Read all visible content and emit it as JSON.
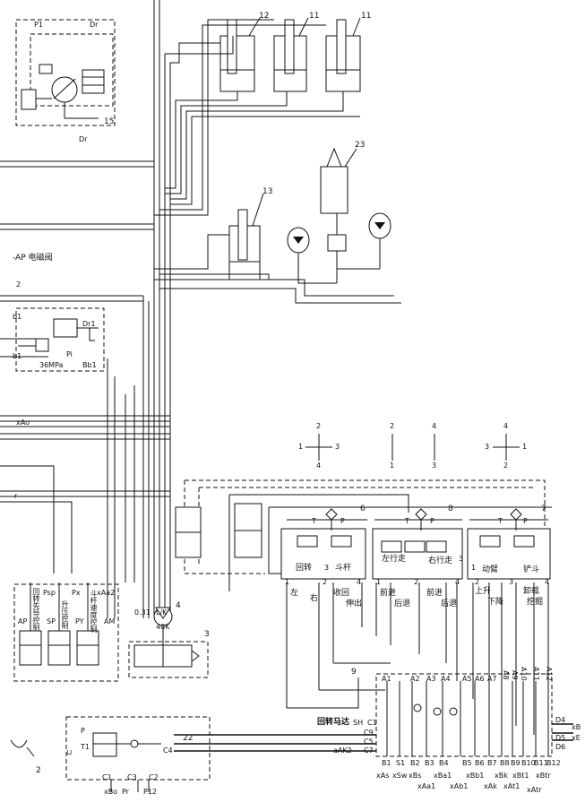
{
  "components": {
    "cyl_12": "12",
    "cyl_11a": "11",
    "cyl_11b": "11",
    "cyl_13": "13",
    "acc_23": "23",
    "box_15": "15",
    "valve_6": "6",
    "valve_8": "8",
    "valve_7": "7",
    "valve_9": "9",
    "valve_3": "3",
    "node_4": "4",
    "box_22": "22",
    "node_2": "2"
  },
  "left_panel": {
    "ap_valve": "-AP 电磁阀",
    "pr_2": "2",
    "dr1": "Dr1",
    "pi": "Pi",
    "bb1": "Bb1",
    "pressure": "36MPa",
    "b1a": "b1",
    "b1b": "b1",
    "xao": "xAo",
    "r": "r",
    "p1_top": "P1",
    "dr_top": "Dr",
    "dr_mid": "Dr"
  },
  "compass": [
    {
      "top": "2",
      "left": "1",
      "right": "3",
      "bottom": "4"
    },
    {
      "top": "2",
      "bottom": "1"
    },
    {
      "top": "4",
      "bottom": "3"
    },
    {
      "top": "4",
      "left": "3",
      "right": "1",
      "bottom": "2"
    }
  ],
  "valve_labels": {
    "t1": "T",
    "p1": "P",
    "t2": "T",
    "p2": "P",
    "t3": "T",
    "p3": "P",
    "rotate": "回转",
    "arm": "斗杆",
    "left_travel": "左行走",
    "right_travel": "右行走",
    "boom": "动臂",
    "bucket": "铲斗",
    "n1": "1",
    "n2": "2",
    "n3": "3",
    "n4": "4",
    "n5": "1",
    "n6": "2",
    "n7": "3",
    "n8": "4",
    "n9": "1",
    "n10": "2",
    "n11": "3",
    "n12": "4",
    "left": "左",
    "right": "右",
    "retract": "收回",
    "extend": "伸出",
    "fwd_l": "前进",
    "back_l": "后退",
    "fwd_r": "前进",
    "back_r": "后退",
    "up": "上升",
    "down": "下降",
    "unload": "卸载",
    "dig": "挖掘"
  },
  "pilot_panel": {
    "psp": "Psp",
    "px": "Px",
    "xaa2": "xAa2",
    "ap": "AP",
    "sp": "SP",
    "py": "PY",
    "am": "AM",
    "rotate_pilot": "回转先导控制",
    "boost": "升压控制",
    "arm_speed": "斗杆速度控制",
    "orifice": "0.31",
    "orifice_unit": "L/K",
    "orifice_2": "40K"
  },
  "motor_block": {
    "title": "回转马达",
    "sh": "SH",
    "c1": "C1",
    "c9": "C9",
    "c5": "C5",
    "c7": "C7",
    "aak2": "aAK2",
    "a_ports": [
      "A1",
      "A2",
      "A3",
      "A4",
      "A5",
      "A6",
      "A7",
      "A8",
      "A9",
      "A10",
      "A11",
      "A12"
    ],
    "b_ports": [
      "B1",
      "S1",
      "B2",
      "B3",
      "B4",
      "B5",
      "B6",
      "B7",
      "B8",
      "B9",
      "B10",
      "B11",
      "B12"
    ],
    "d4": "D4",
    "d5": "D5",
    "d6": "D6",
    "xb": "xB",
    "xe": "xE"
  },
  "bottom_ports": [
    "xAs",
    "xSw",
    "xBs",
    "xAa1",
    "xBa1",
    "xAb1",
    "xBb1",
    "xAk",
    "xBk",
    "xAt1",
    "xBt1",
    "xAtr",
    "xBtr"
  ],
  "box22_ports": {
    "p": "P",
    "t": "T1",
    "c1": "C1",
    "c2": "C2",
    "c3": "C3",
    "c4": "C4",
    "xbo": "xBo",
    "pr": "Pr",
    "p12": "P12",
    "hook": "⊔"
  }
}
